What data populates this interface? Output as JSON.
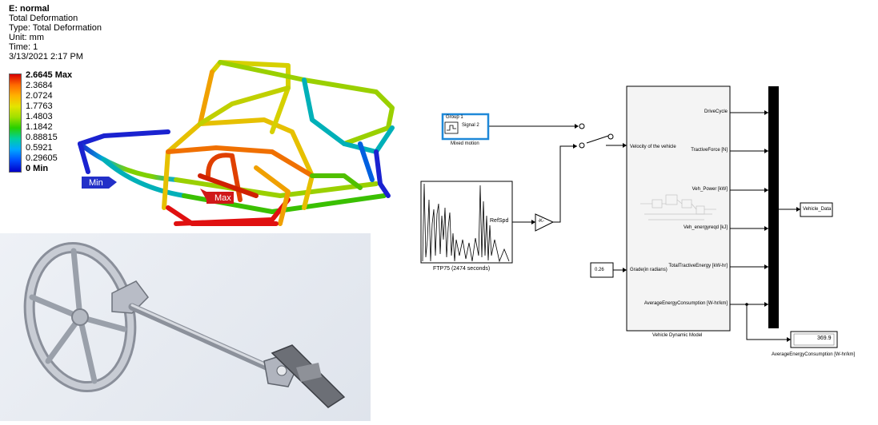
{
  "ansys": {
    "title": "E: normal",
    "line1": "Total Deformation",
    "line2": "Type: Total Deformation",
    "line3": "Unit: mm",
    "line4": "Time: 1",
    "line5": "3/13/2021 2:17 PM",
    "legend": [
      "2.6645 Max",
      "2.3684",
      "2.0724",
      "1.7763",
      "1.4803",
      "1.1842",
      "0.88815",
      "0.5921",
      "0.29605",
      "0 Min"
    ],
    "min_tag": "Min",
    "max_tag": "Max"
  },
  "simulink": {
    "signal_block": {
      "group": "Group 1",
      "signal": "Signal 2",
      "caption": "Mixed motion"
    },
    "ftp_block": {
      "port": "RefSpd",
      "caption": "FTP75 (2474  seconds)"
    },
    "gain": {
      "label": "-K-"
    },
    "constant": {
      "value": "0.26"
    },
    "vehicle": {
      "caption": "Vehicle Dynamic Model",
      "in_velocity": "Velocity of the vehicle",
      "in_grade": "Grade(in radians)",
      "outputs": [
        "DriveCycle",
        "TractiveForce [N]",
        "Veh_Power [kW]",
        "Veh_energyreqd [kJ]",
        "TotalTractiveEnergy [kW-hr]",
        "AverageEnergyConsumption [W-hr/km]"
      ]
    },
    "vehicle_data": "Vehicle_Data",
    "display": {
      "value": "369.9",
      "caption": "AverageEnergyConsumption [W-hr/km]"
    }
  }
}
